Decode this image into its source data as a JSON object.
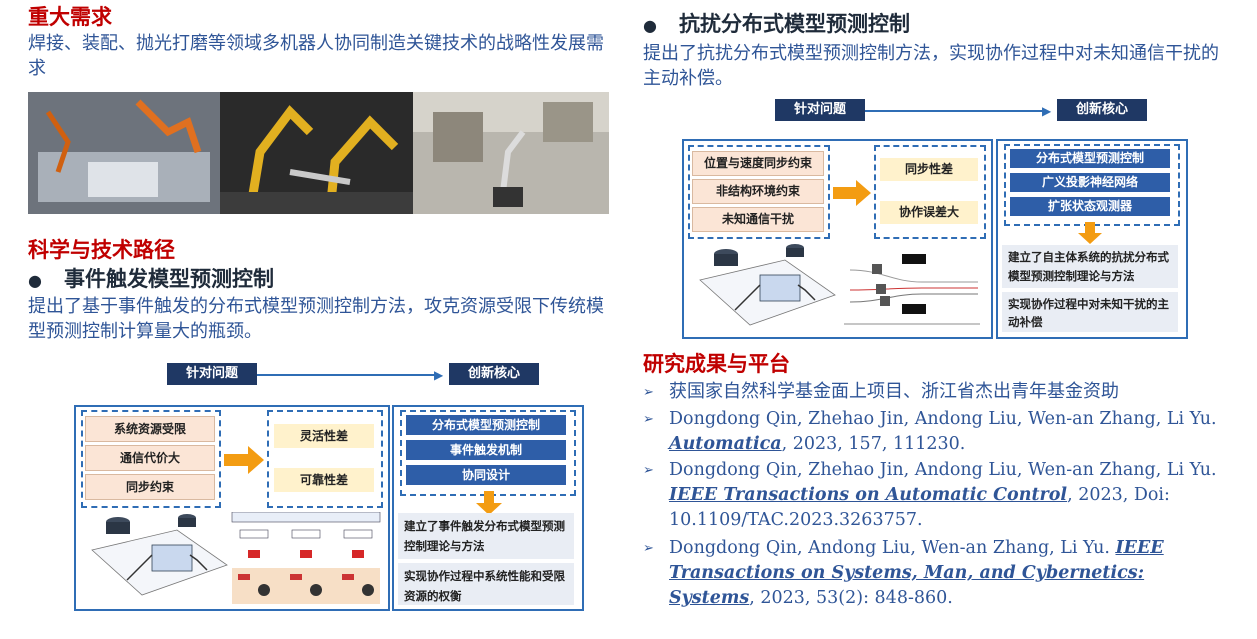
{
  "left": {
    "demand_title": "重大需求",
    "demand_text": "焊接、装配、抛光打磨等领域多机器人协同制造关键技术的战略性发展需求",
    "route_title": "科学与技术路径",
    "bullet1_title": "事件触发模型预测控制",
    "bullet1_text": "提出了基于事件触发的分布式模型预测控制方法，攻克资源受限下传统模型预测控制计算量大的瓶颈。",
    "diagram": {
      "tag_problem": "针对问题",
      "tag_core": "创新核心",
      "problems": [
        "系统资源受限",
        "通信代价大",
        "同步约束"
      ],
      "effects": [
        "灵活性差",
        "可靠性差"
      ],
      "cores": [
        "分布式模型预测控制",
        "事件触发机制",
        "协同设计"
      ],
      "results": [
        "建立了事件触发分布式模型预测控制理论与方法",
        "实现协作过程中系统性能和受限资源的权衡"
      ]
    }
  },
  "right": {
    "bullet2_title": "抗扰分布式模型预测控制",
    "bullet2_text": "提出了抗扰分布式模型预测控制方法，实现协作过程中对未知通信干扰的主动补偿。",
    "diagram": {
      "tag_problem": "针对问题",
      "tag_core": "创新核心",
      "problems": [
        "位置与速度同步约束",
        "非结构环境约束",
        "未知通信干扰"
      ],
      "effects": [
        "同步性差",
        "协作误差大"
      ],
      "cores": [
        "分布式模型预测控制",
        "广义投影神经网络",
        "扩张状态观测器"
      ],
      "results": [
        "建立了自主体系统的抗扰分布式模型预测控制理论与方法",
        "实现协作过程中对未知干扰的主动补偿"
      ]
    },
    "achieve_title": "研究成果与平台",
    "achievements": [
      {
        "pre": "获国家自然科学基金面上项目、浙江省杰出青年基金资助",
        "journal": "",
        "post": ""
      },
      {
        "pre": "Dongdong Qin, Zhehao Jin, Andong Liu, Wen-an Zhang, Li Yu. ",
        "journal": "Automatica",
        "post": ", 2023, 157, 111230."
      },
      {
        "pre": "Dongdong Qin, Zhehao Jin, Andong Liu, Wen-an Zhang, Li Yu. ",
        "journal": "IEEE Transactions on Automatic Control",
        "post": ", 2023, Doi: 10.1109/TAC.2023.3263757."
      },
      {
        "pre": "Dongdong Qin, Andong Liu, Wen-an Zhang, Li Yu. ",
        "journal": "IEEE Transactions on Systems, Man, and Cybernetics: Systems",
        "post": ", 2023, 53(2): 848-860."
      }
    ]
  },
  "colors": {
    "accent_red": "#c00000",
    "text_blue": "#2f5597",
    "frame_blue": "#2f6db5",
    "navy": "#1f3864"
  }
}
